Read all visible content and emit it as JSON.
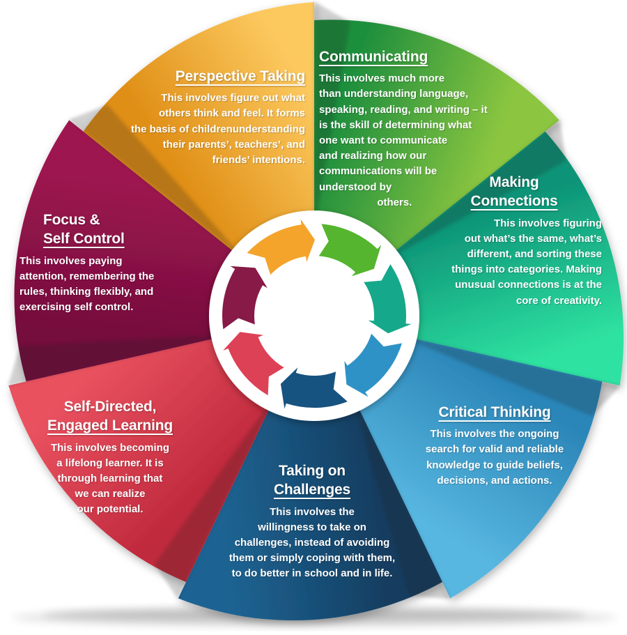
{
  "segments": [
    {
      "id": "communicating",
      "title_lines": [
        "Communicating"
      ],
      "body_lines": [
        "This involves much more",
        "than understanding language,",
        "speaking, reading, and writing – it",
        "is the skill of determining what",
        "one want to communicate",
        "and realizing how our",
        "communications will be",
        "understood by",
        "                    others."
      ],
      "colors": {
        "dark": "#1f8f3e",
        "light": "#8cc63f",
        "arrow": "#56b52f"
      }
    },
    {
      "id": "making-connections",
      "title_lines": [
        "Making",
        "Connections"
      ],
      "body_lines": [
        "This involves figuring",
        "out what’s the same, what’s",
        "different, and sorting these",
        "things into categories. Making",
        "unusual connections is at the",
        "core of creativity."
      ],
      "colors": {
        "dark": "#0d9377",
        "light": "#2fe2a1",
        "arrow": "#16a88a"
      }
    },
    {
      "id": "critical-thinking",
      "title_lines": [
        "Critical Thinking"
      ],
      "body_lines": [
        "This involves the ongoing",
        "search for valid and reliable",
        "knowledge to guide beliefs,",
        "decisions, and actions."
      ],
      "colors": {
        "dark": "#2b86b8",
        "light": "#58b7e0",
        "arrow": "#2f92c6"
      }
    },
    {
      "id": "taking-on-challenges",
      "title_lines": [
        "Taking on",
        "Challenges"
      ],
      "body_lines": [
        "This involves the",
        "willingness to take on",
        "challenges, instead of avoiding",
        "them or simply coping with them,",
        "to do better in school and in life."
      ],
      "colors": {
        "dark": "#123d60",
        "light": "#1f6493",
        "arrow": "#175380"
      }
    },
    {
      "id": "self-directed-engaged-learning",
      "title_lines": [
        "Self-Directed,",
        "Engaged Learning"
      ],
      "body_lines": [
        "This involves becoming",
        "a lifelong learner. It is",
        "through learning that",
        "we can realize",
        "our potential."
      ],
      "colors": {
        "dark": "#c02a3d",
        "light": "#e9515f",
        "arrow": "#dd4156"
      }
    },
    {
      "id": "focus-self-control",
      "title_lines": [
        "Focus &",
        "Self Control"
      ],
      "body_lines": [
        "This involves paying",
        "attention, remembering the",
        "rules, thinking flexibly, and",
        "exercising self control."
      ],
      "colors": {
        "dark": "#750e3c",
        "light": "#9e1550",
        "arrow": "#871a47"
      }
    },
    {
      "id": "perspective-taking",
      "title_lines": [
        "Perspective Taking"
      ],
      "body_lines": [
        "This involves figure out what",
        "others think and feel. It forms",
        "the basis of childrenunderstanding",
        "their parents’, teachers’, and",
        "friends’ intentions."
      ],
      "colors": {
        "dark": "#df8e15",
        "light": "#fcc95f",
        "arrow": "#f4a42b"
      }
    }
  ]
}
